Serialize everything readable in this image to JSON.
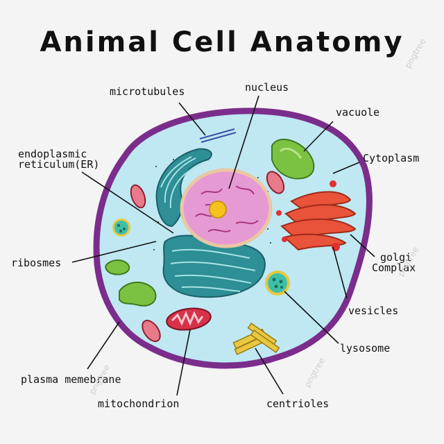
{
  "title": "Animal Cell Anatomy",
  "labels": {
    "microtubules": "microtubules",
    "nucleus": "nucleus",
    "vacuole": "vacuole",
    "cytoplasm": "Cytoplasm",
    "er_line1": "endoplasmic",
    "er_line2": "reticulum(ER)",
    "ribosomes": "ribosmes",
    "golgi_line1": "golgi",
    "golgi_line2": "Complax",
    "vesicles": "vesicles",
    "lysosome": "lysosome",
    "plasma_membrane": "plasma memebrane",
    "mitochondrion": "mitochondrion",
    "centrioles": "centrioles"
  },
  "watermark": "pngtree",
  "colors": {
    "membrane": "#7b2d8b",
    "cytoplasm": "#bfe8f3",
    "nucleus": "#e69ad3",
    "nucleolus": "#f5c21c",
    "er": "#2e8f96",
    "golgi": "#e8533a",
    "vacuole": "#7cc242",
    "mitochondrion": "#d8324a",
    "lysosome": "#3fbfa8",
    "centrioles": "#e8c840"
  }
}
